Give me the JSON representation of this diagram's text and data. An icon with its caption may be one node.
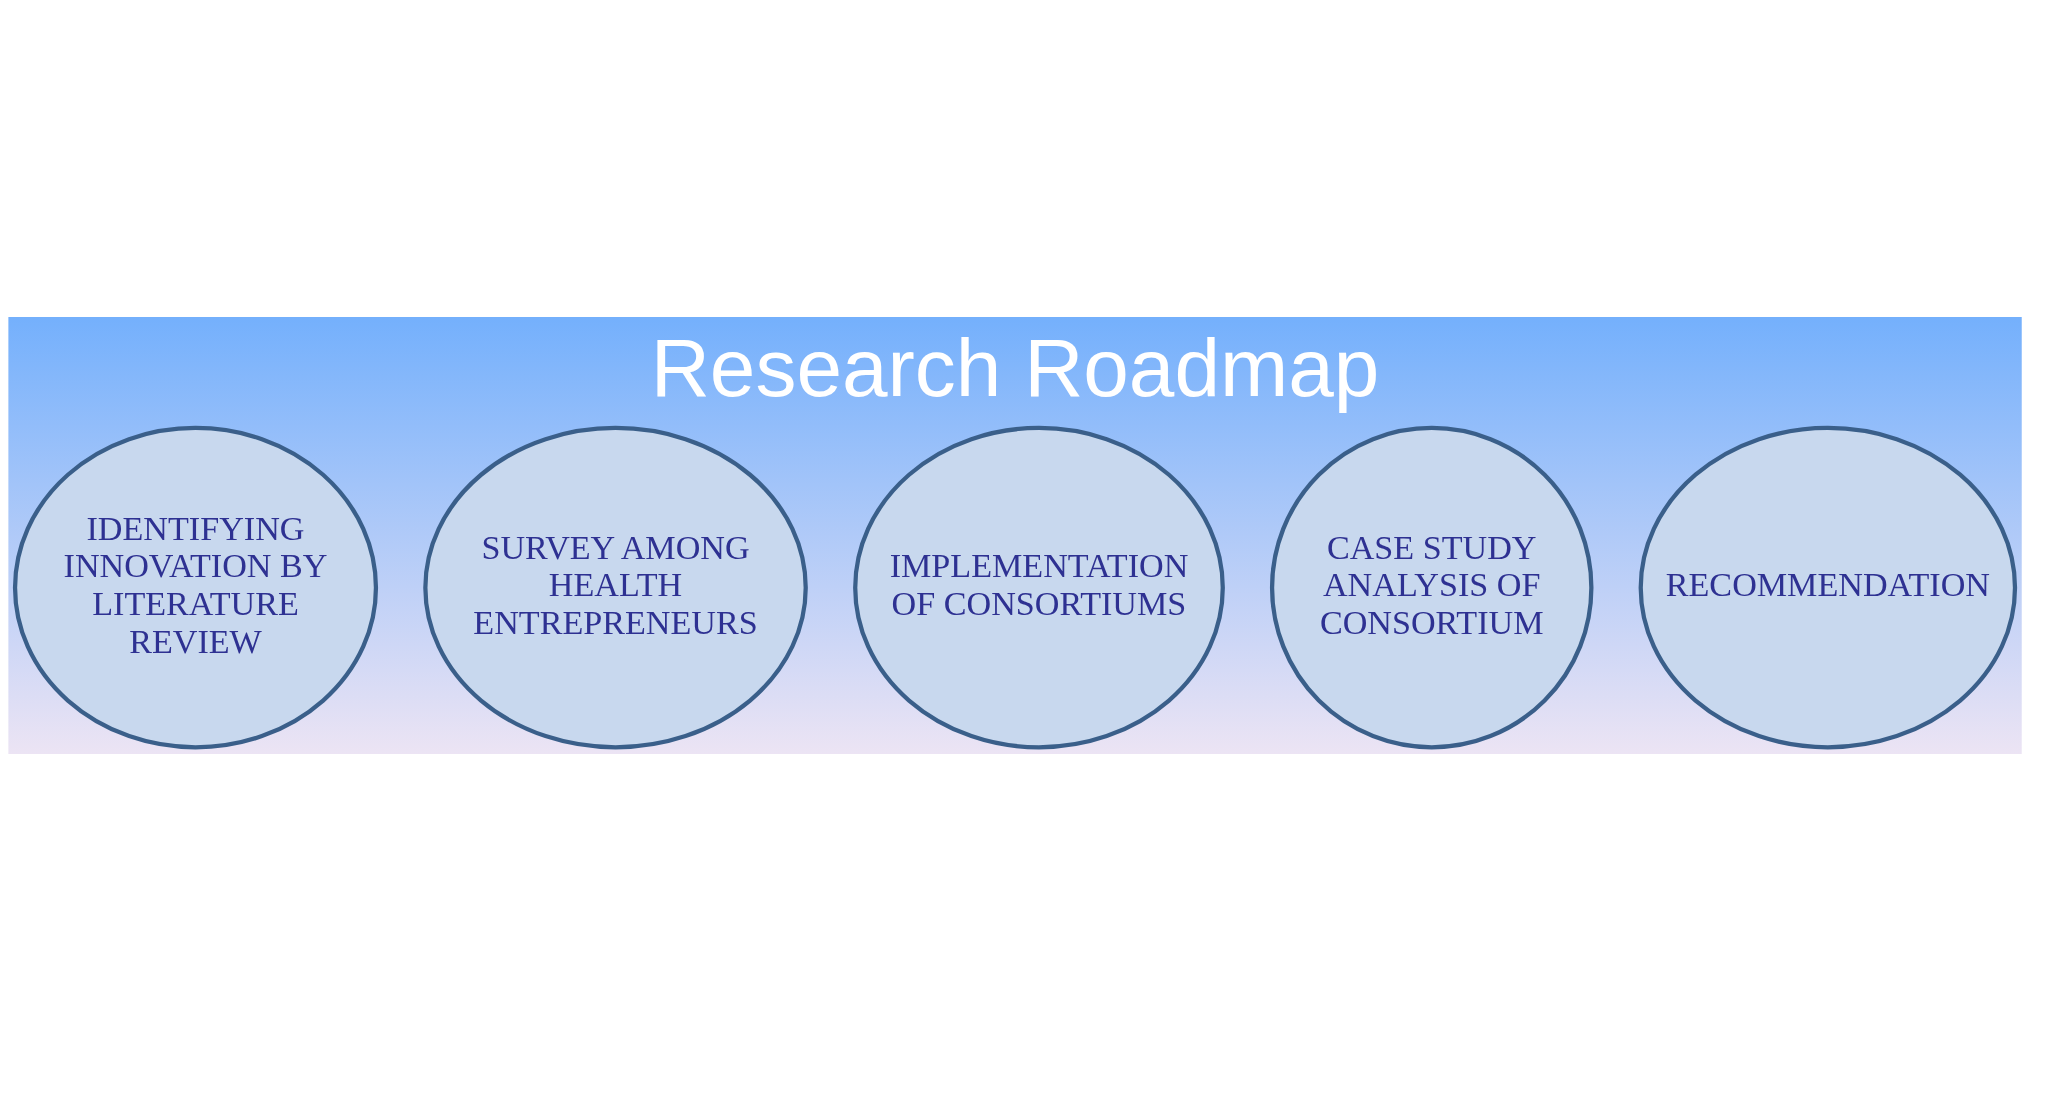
{
  "diagram": {
    "title": "Research Roadmap",
    "nodes": [
      {
        "text": [
          "IDENTIFYING INNOVATION BY LITERATURE REVIEW"
        ]
      },
      {
        "text": [
          "SURVEY AMONG HEALTH ENTREPRENEURS"
        ]
      },
      {
        "text": [
          "IMPLEMENTATION OF CONSORTIUMS"
        ]
      },
      {
        "text": [
          "CASE STUDY ANALYSIS OF CONSORTIUM"
        ]
      },
      {
        "text": [
          "RECOMMENDATION"
        ]
      }
    ]
  }
}
